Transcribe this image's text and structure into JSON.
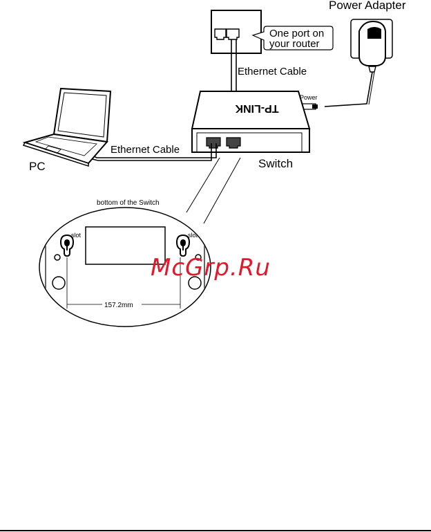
{
  "labels": {
    "power_adapter": "Power Adapter",
    "one_port_line1": "One port on",
    "one_port_line2": "your router",
    "ethernet_cable_top": "Ethernet Cable",
    "power": "Power",
    "ethernet_cable_left": "Ethernet Cable",
    "pc": "PC",
    "switch": "Switch",
    "bottom_of_switch": "bottom of the Switch",
    "slot_left": "slot",
    "slot_right": "slot",
    "dimension": "157.2mm",
    "brand_logo": "TP-LINK",
    "watermark": "McGrp.Ru"
  },
  "colors": {
    "watermark": "#e0192b",
    "line": "#000000"
  }
}
